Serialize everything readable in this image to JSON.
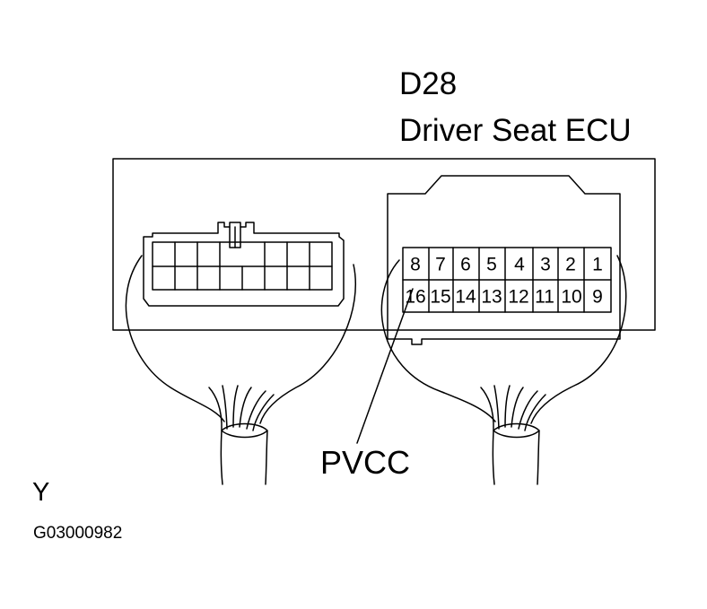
{
  "connector": {
    "code": "D28",
    "name": "Driver Seat ECU"
  },
  "pins": {
    "top_row": [
      "8",
      "7",
      "6",
      "5",
      "4",
      "3",
      "2",
      "1"
    ],
    "bottom_row": [
      "16",
      "15",
      "14",
      "13",
      "12",
      "11",
      "10",
      "9"
    ]
  },
  "callout": {
    "label": "PVCC",
    "pin": "16"
  },
  "wire_color": "Y",
  "figure_id": "G03000982"
}
